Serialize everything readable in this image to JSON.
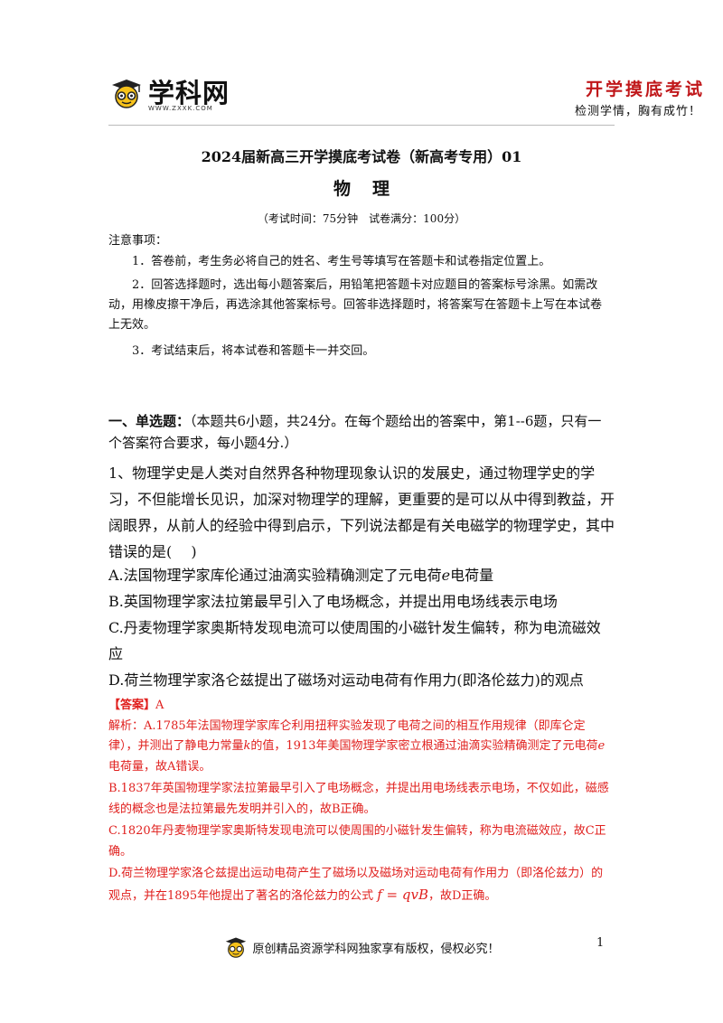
{
  "header": {
    "logo_text": "学科网",
    "logo_url": "WWW.ZXXK.COM",
    "stamp_title": "开学摸底考试",
    "stamp_subtitle": "检测学情，胸有成竹！"
  },
  "title": "2024届新高三开学摸底考试卷（新高考专用）01",
  "subject": "物理",
  "exam_info": "（考试时间：75分钟　试卷满分：100分）",
  "notice": {
    "heading": "注意事项：",
    "items": [
      "1．答卷前，考生务必将自己的姓名、考生号等填写在答题卡和试卷指定位置上。",
      "2．回答选择题时，选出每小题答案后，用铅笔把答题卡对应题目的答案标号涂黑。如需改动，用橡皮擦干净后，再选涂其他答案标号。回答非选择题时，将答案写在答题卡上写在本试卷上无效。",
      "3．考试结束后，将本试卷和答题卡一并交回。"
    ]
  },
  "section": {
    "heading": "一、单选题：",
    "desc": "（本题共6小题，共24分。在每个题给出的答案中，第1--6题，只有一个答案符合要求，每小题4分.）"
  },
  "question": {
    "stem": "1、物理学史是人类对自然界各种物理现象认识的发展史，通过物理学史的学习，不但能增长见识，加深对物理学的理解，更重要的是可以从中得到教益，开阔眼界，从前人的经验中得到启示，下列说法都是有关电磁学的物理学史，其中错误的是(　 )",
    "options": {
      "A_pre": "A.法国物理学家库伦通过油滴实验精确测定了元电荷",
      "A_var": "e",
      "A_post": "电荷量",
      "B": "B.英国物理学家法拉第最早引入了电场概念，并提出用电场线表示电场",
      "C": "C.丹麦物理学家奥斯特发现电流可以使周围的小磁针发生偏转，称为电流磁效应",
      "D": "D.荷兰物理学家洛仑兹提出了磁场对运动电荷有作用力(即洛伦兹力)的观点"
    }
  },
  "answer": {
    "label": "【答案】",
    "value": "A",
    "a1_pre": "解析：A.1785年法国物理学家库仑利用扭秤实验发现了电荷之间的相互作用规律（即库仑定律），并测出了静电力常量",
    "a1_var": "k",
    "a1_mid": "的值，1913年美国物理学家密立根通过油滴实验精确测定了元电荷",
    "a1_var2": "e",
    "a1_post": "电荷量，故A错误。",
    "b": "B.1837年英国物理学家法拉第最早引入了电场概念，并提出用电场线表示电场，不仅如此，磁感线的概念也是法拉第最先发明并引入的，故B正确。",
    "c": "C.1820年丹麦物理学家奥斯特发现电流可以使周围的小磁针发生偏转，称为电流磁效应，故C正确。",
    "d_pre": "D.荷兰物理学家洛仑兹提出运动电荷产生了磁场以及磁场对运动电荷有作用力（即洛伦兹力）的观点，并在1895年他提出了著名的洛伦兹力的公式",
    "d_formula": "f = qvB",
    "d_post": "，故D正确。"
  },
  "footer": {
    "copyright": "原创精品资源学科网独家享有版权，侵权必究！",
    "page_number": "1"
  }
}
